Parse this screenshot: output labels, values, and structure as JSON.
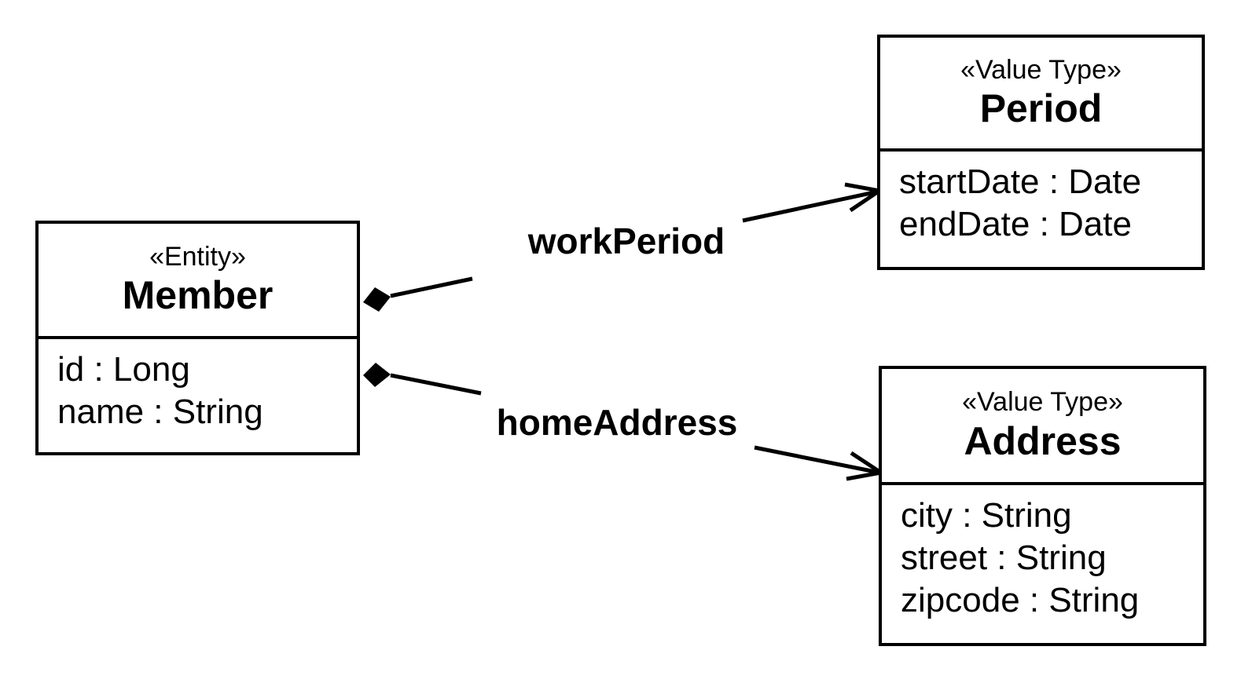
{
  "diagram": {
    "colors": {
      "stroke": "#000000",
      "background": "#ffffff"
    },
    "classes": [
      {
        "stereotype": "«Entity»",
        "name": "Member",
        "attributes": [
          "id : Long",
          "name : String"
        ]
      },
      {
        "stereotype": "«Value Type»",
        "name": "Period",
        "attributes": [
          "startDate : Date",
          "endDate : Date"
        ]
      },
      {
        "stereotype": "«Value Type»",
        "name": "Address",
        "attributes": [
          "city : String",
          "street : String",
          "zipcode : String"
        ]
      }
    ],
    "relations": [
      {
        "label": "workPeriod",
        "source": "Member",
        "target": "Period",
        "source_marker": "filled-diamond-composition",
        "target_marker": "open-arrowhead"
      },
      {
        "label": "homeAddress",
        "source": "Member",
        "target": "Address",
        "source_marker": "filled-diamond-composition",
        "target_marker": "open-arrowhead"
      }
    ]
  }
}
